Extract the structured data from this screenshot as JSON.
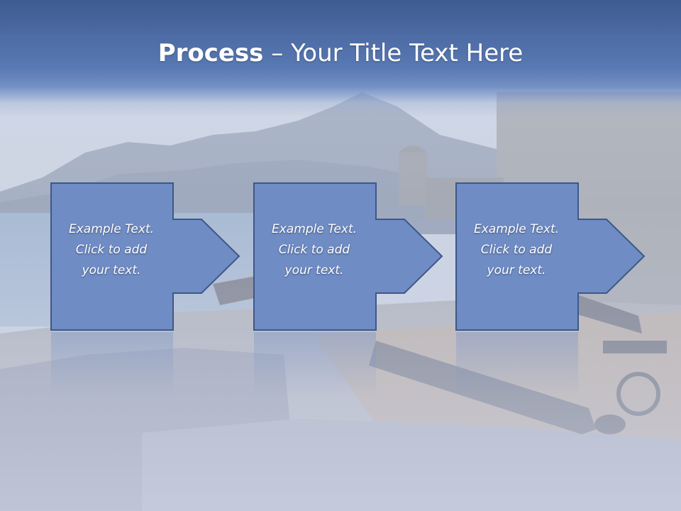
{
  "slide": {
    "title_bold": "Process",
    "title_rest": " – Your Title Text Here"
  },
  "process_steps": [
    {
      "label": "Example Text.\nClick  to add\nyour text."
    },
    {
      "label": "Example Text.\nClick  to add\nyour text."
    },
    {
      "label": "Example Text.\nClick  to add\nyour text."
    }
  ],
  "colors": {
    "title_band": "#4d6ba4",
    "step_fill": "#6f8cc5",
    "step_border": "#3f5787",
    "text": "#ffffff"
  }
}
